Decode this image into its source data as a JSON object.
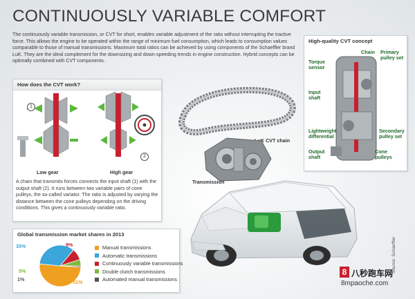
{
  "title": "CONTINUOUSLY VARIABLE COMFORT",
  "intro": "The continuously variable transmission, or CVT for short, enables variable adjustment of the ratio without interrupting the tractive force. This allows the engine to be operated within the range of minimum fuel consumption, which leads to consumption values comparable to those of manual transmissions. Maximum total ratios can be achieved by using components of the Schaeffler brand LuK. They are the ideal complement for the downsizing and down-speeding trends in engine construction. Hybrid concepts can be optimally combined with CVT components.",
  "how_panel": {
    "heading": "How does the CVT work?",
    "marker_1": "1",
    "marker_2": "2",
    "low_gear": "Low gear",
    "high_gear": "High gear",
    "description": "A chain that transmits forces connects the input shaft (1) with the output shaft (2). It runs between two variable pairs of cone pulleys, the so-called variator. The ratio is adjusted by varying the distance between the cone pulleys depending on the driving conditions. This gives a continuously variable ratio."
  },
  "center_labels": {
    "chain": "LuK CVT chain",
    "transmission": "Transmission"
  },
  "concept_panel": {
    "heading": "High-quality CVT concept",
    "labels": {
      "chain": "Chain",
      "primary_pulley": "Primary\npulley set",
      "torque_sensor": "Torque\nsensor",
      "input_shaft": "Input\nshaft",
      "lightweight_diff": "Lightweight\ndifferential",
      "secondary_pulley": "Secondary\npulley set",
      "output_shaft": "Output\nshaft",
      "cone_pulleys": "Cone\npulleys"
    }
  },
  "market_panel": {
    "heading": "Global transmission market shares in 2013",
    "legend": [
      {
        "label": "Manual transmissions",
        "color": "#f0a020"
      },
      {
        "label": "Automatic transmissions",
        "color": "#3aa6d9"
      },
      {
        "label": "Continuously variable transmissions",
        "color": "#c8202e"
      },
      {
        "label": "Double clutch transmissions",
        "color": "#7dbb3c"
      },
      {
        "label": "Automated manual transmissions",
        "color": "#555555"
      }
    ],
    "percentages": {
      "manual": "51%",
      "automatic": "35%",
      "cvt": "9%",
      "dct": "5%",
      "amt": "1%"
    }
  },
  "chart_data": {
    "type": "pie",
    "title": "Global transmission market shares in 2013",
    "categories": [
      "Manual transmissions",
      "Automatic transmissions",
      "Continuously variable transmissions",
      "Double clutch transmissions",
      "Automated manual transmissions"
    ],
    "values": [
      51,
      35,
      9,
      5,
      1
    ],
    "colors": [
      "#f0a020",
      "#3aa6d9",
      "#c8202e",
      "#7dbb3c",
      "#555555"
    ]
  },
  "source": "Source: Schaeffler",
  "watermark": {
    "badge": "8",
    "brand": "八秒跑车网",
    "url": "8mpaoche.com"
  }
}
